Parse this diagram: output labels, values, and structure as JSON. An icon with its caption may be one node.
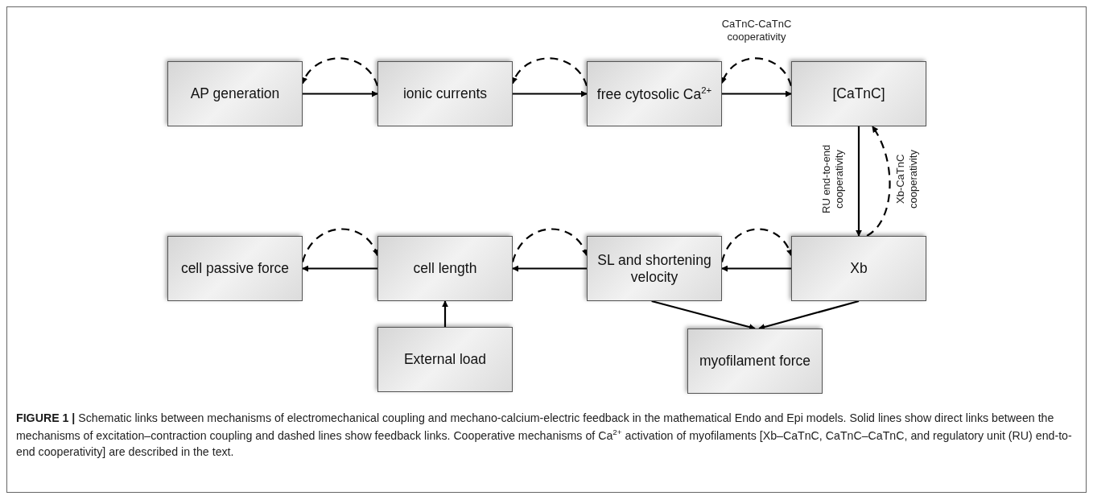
{
  "diagram": {
    "caption": "**FIGURE 1 |** Schematic links between mechanisms of electromechanical coupling and mechano-calcium-electric feedback in the mathematical Endo and Epi models. Solid lines show direct links between the mechanisms of excitation–contraction coupling and dashed lines show feedback links. Cooperative mechanisms of Ca$^{2+}$ activation of myofilaments [Xb–CaTnC, CaTnC–CaTnC, and regulatory unit (RU) end-to-end cooperativity] are described in the text.",
    "nodes": [
      {
        "text": [
          "AP generation"
        ]
      },
      {
        "text": [
          "ionic currents"
        ]
      },
      {
        "text": [
          "free cytosolic Ca$^{2+}$"
        ]
      },
      {
        "text": [
          "[CaTnC]"
        ]
      },
      {
        "text": [
          "cell passive force"
        ]
      },
      {
        "text": [
          "cell length"
        ]
      },
      {
        "text": [
          "SL and shortening velocity"
        ]
      },
      {
        "text": [
          "Xb"
        ]
      },
      {
        "text": [
          "External load"
        ]
      },
      {
        "text": [
          "myofilament force"
        ]
      }
    ],
    "edges": [
      {
        "from": 0,
        "to": 1,
        "arrow": "to"
      },
      {
        "from": 1,
        "to": 2,
        "arrow": "to"
      },
      {
        "from": 2,
        "to": 3,
        "arrow": "to"
      },
      {
        "from": 1,
        "to": 0,
        "arrow": "to",
        "style": "dashed"
      },
      {
        "from": 2,
        "to": 1,
        "arrow": "to",
        "style": "dashed"
      },
      {
        "from": 3,
        "to": 2,
        "arrow": "to",
        "style": "dashed",
        "label": "CaTnC-CaTnC cooperativity"
      },
      {
        "from": 3,
        "to": 7,
        "arrow": "to",
        "label": "RU end-to-end cooperativity"
      },
      {
        "from": 7,
        "to": 3,
        "arrow": "to",
        "style": "dashed",
        "label": "Xb-CaTnC cooperativity"
      },
      {
        "from": 7,
        "to": 6,
        "arrow": "to"
      },
      {
        "from": 6,
        "to": 5,
        "arrow": "to"
      },
      {
        "from": 5,
        "to": 4,
        "arrow": "to"
      },
      {
        "from": 4,
        "to": 5,
        "arrow": "to",
        "style": "dashed"
      },
      {
        "from": 5,
        "to": 6,
        "arrow": "to",
        "style": "dashed"
      },
      {
        "from": 6,
        "to": 7,
        "arrow": "to",
        "style": "dashed"
      },
      {
        "from": 8,
        "to": 5,
        "arrow": "to"
      },
      {
        "from": 6,
        "to": 9,
        "arrow": "to"
      },
      {
        "from": 7,
        "to": 9,
        "arrow": "to"
      }
    ]
  }
}
